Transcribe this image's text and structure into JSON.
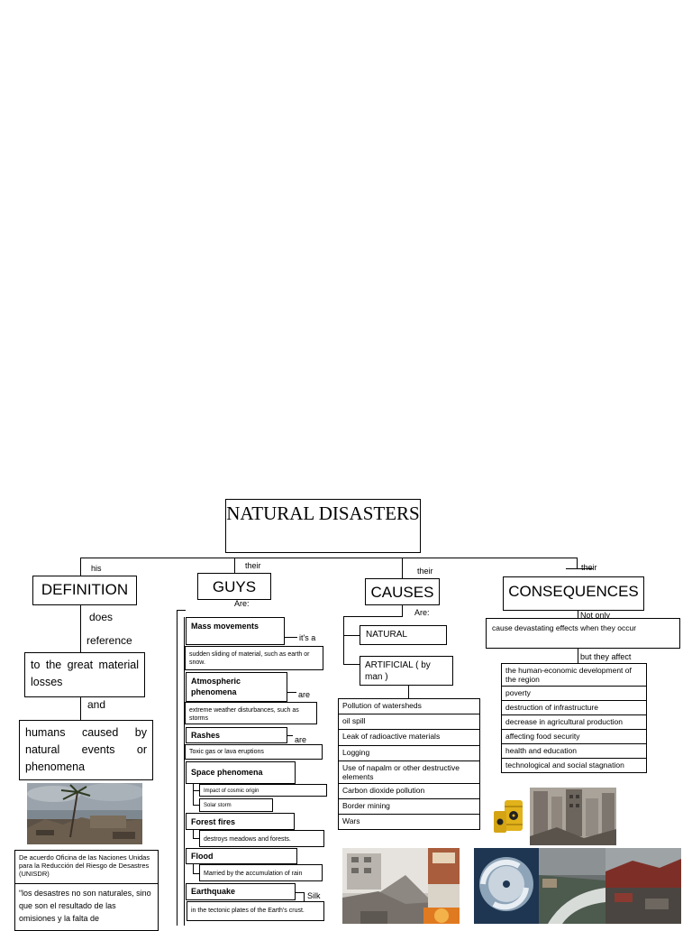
{
  "title": "NATURAL DISASTERS",
  "connectors": {
    "his": "his",
    "their_guys": "their",
    "their_causes": "their",
    "their_consequences": "their",
    "are_guys": "Are:",
    "are_causes": "Are:",
    "does": "does",
    "reference": "reference",
    "and": "and",
    "its_a": "it's a",
    "are_atmos": "are",
    "are_rashes": "are",
    "silk": "Silk",
    "not_only": "Not only",
    "but_they_affect": "but they affect"
  },
  "definition": {
    "heading": "DEFINITION",
    "box1": "to the great material losses",
    "box2": "humans caused by natural events or phenomena",
    "unisdr_header": "De acuerdo Oficina de las Naciones Unidas para la Reducción del Riesgo de Desastres (UNISDR)",
    "quote": "“los desastres no son naturales, sino que son el resultado de las omisiones y la falta de"
  },
  "guys": {
    "heading": "GUYS",
    "items": [
      {
        "name": "Mass movements",
        "desc": "sudden sliding of material, such as earth or snow."
      },
      {
        "name": "Atmospheric phenomena",
        "desc": "extreme weather disturbances, such as storms"
      },
      {
        "name": "Rashes",
        "desc": "Toxic gas or lava eruptions"
      },
      {
        "name": "Space phenomena",
        "desc1": "Impact of cosmic origin",
        "desc2": "Solar storm"
      },
      {
        "name": "Forest fires",
        "desc": "destroys meadows and forests."
      },
      {
        "name": "Flood",
        "desc": "Married by the accumulation of rain"
      },
      {
        "name": "Earthquake",
        "desc": "in the tectonic plates of the Earth's crust."
      }
    ]
  },
  "causes": {
    "heading": "CAUSES",
    "natural": "NATURAL",
    "artificial": "ARTIFICIAL ( by man )",
    "list": [
      "Pollution of watersheds",
      "oil spill",
      "Leak of radioactive materials",
      "Logging",
      "Use of napalm or other destructive elements",
      "Carbon dioxide pollution",
      "Border mining",
      "Wars"
    ]
  },
  "consequences": {
    "heading": "CONSEQUENCES",
    "effect": "cause devastating effects when they occur",
    "list": [
      "the human-economic development of the region",
      "poverty",
      "destruction of infrastructure",
      "decrease in agricultural production",
      "affecting food security",
      "health and education",
      "technological and social stagnation"
    ]
  },
  "colors": {
    "line": "#000000",
    "background": "#ffffff",
    "sky": "#7d8790",
    "barrel": "#e1b21a"
  }
}
